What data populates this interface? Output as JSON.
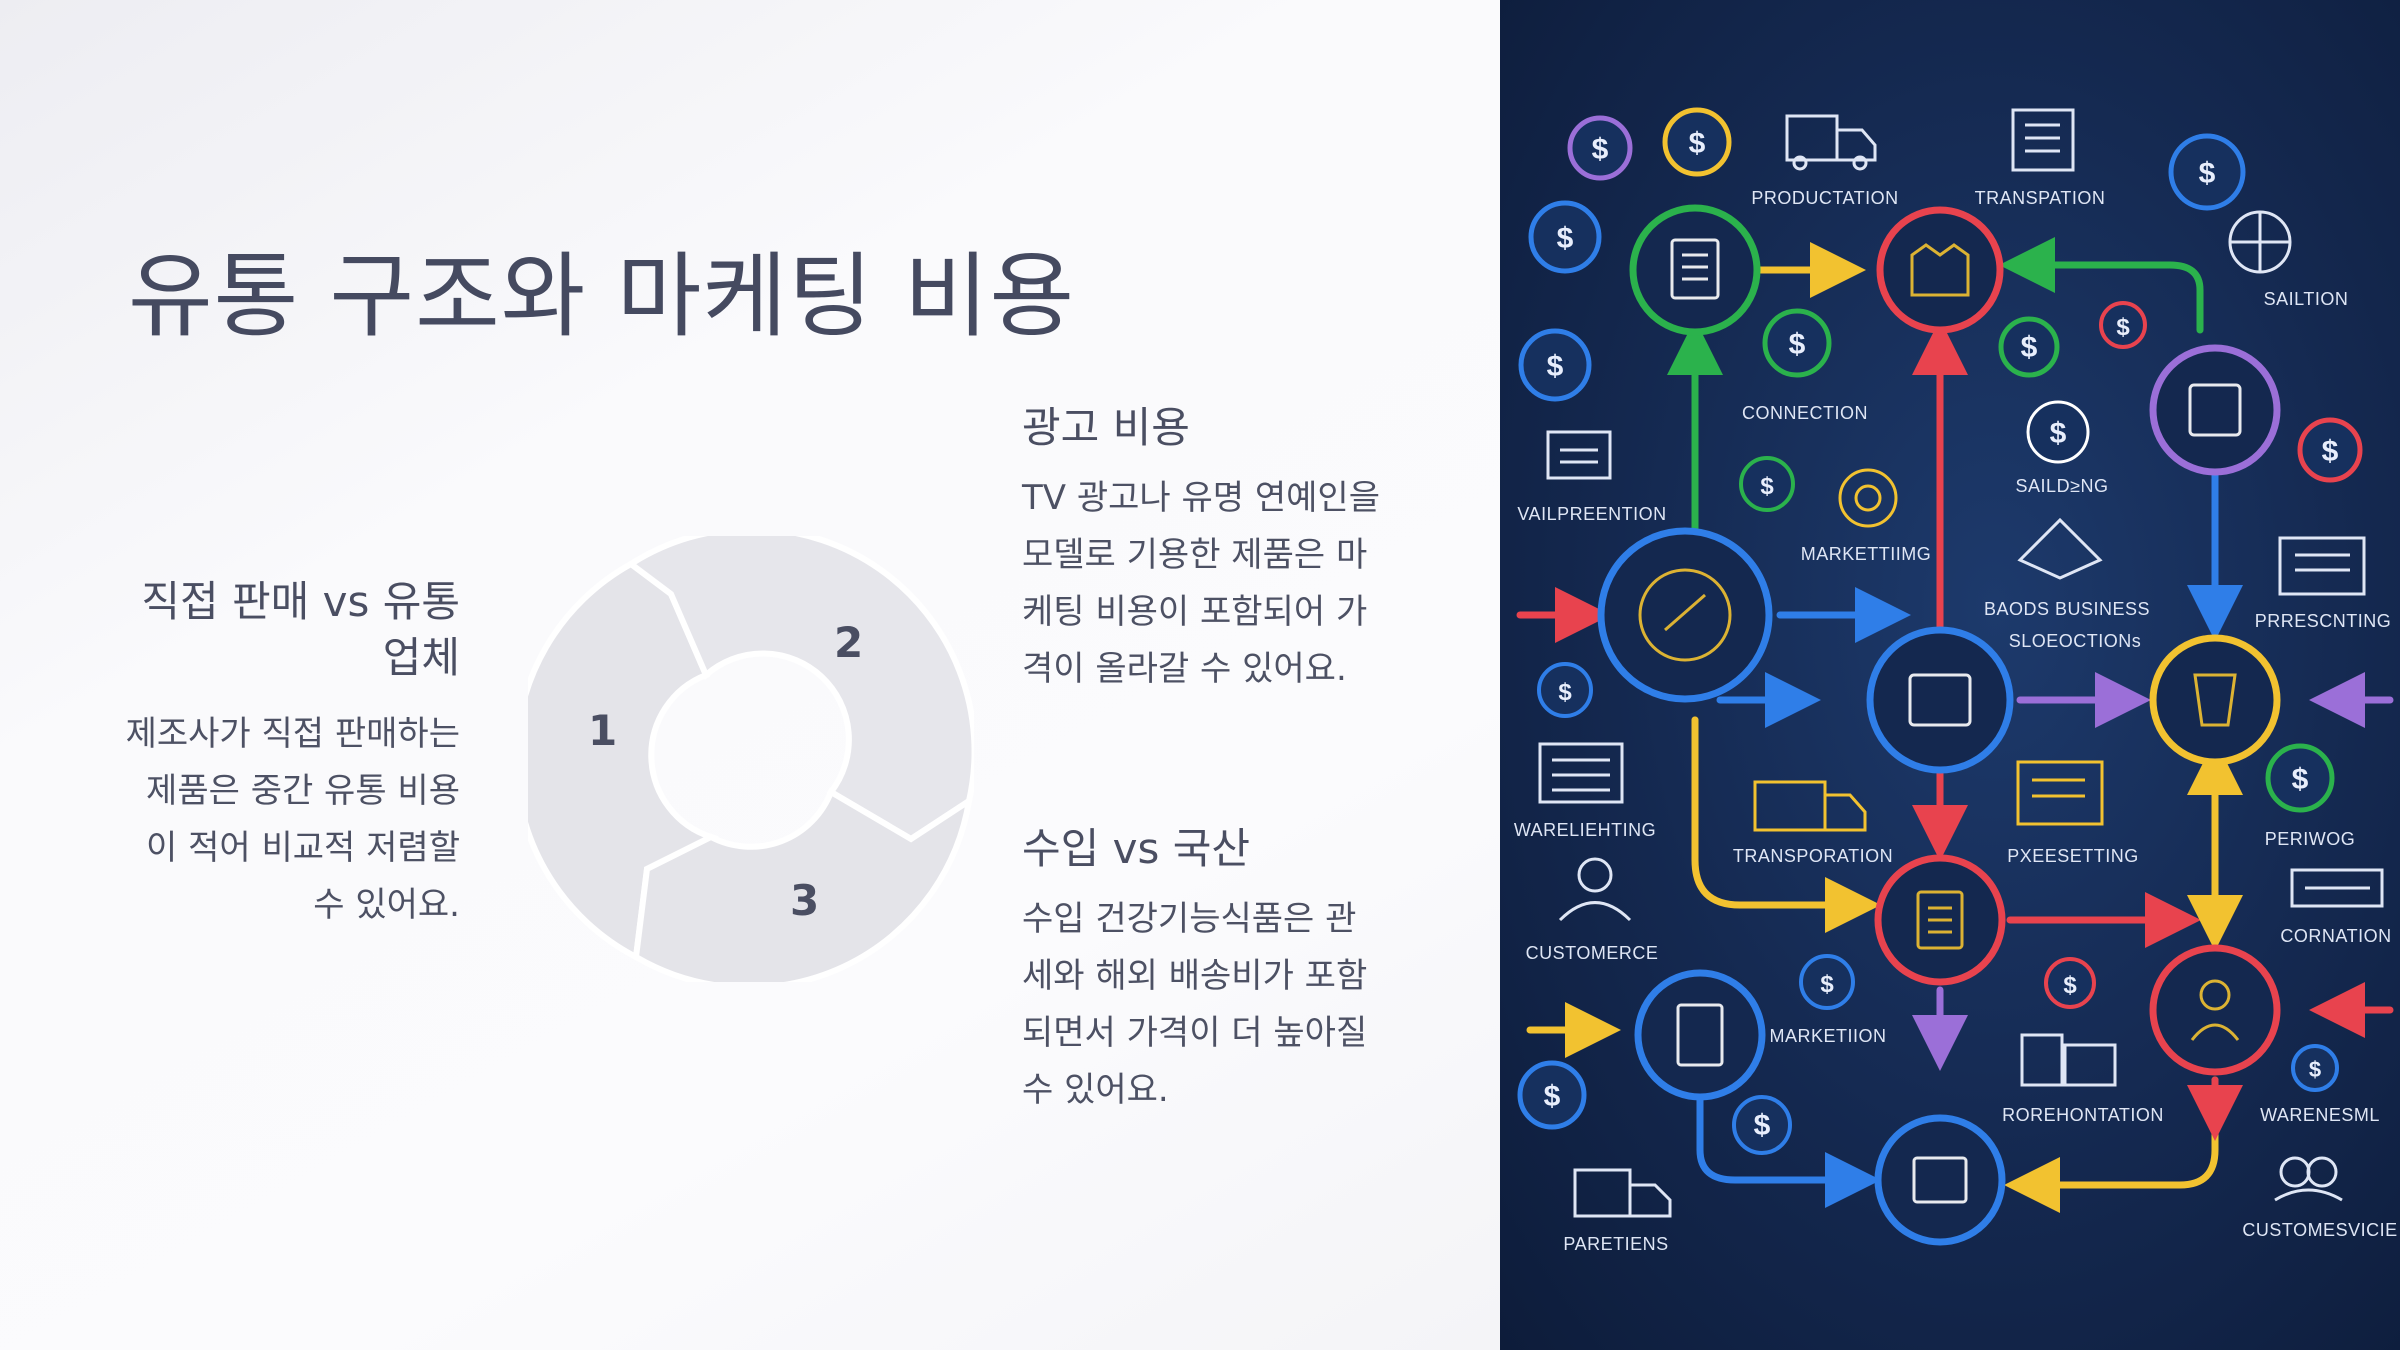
{
  "title": "유통 구조와 마케팅 비용",
  "sections": {
    "direct": {
      "heading": "직접 판매 vs 유통 업체",
      "body": "제조사가 직접 판매하는 제품은 중간 유통 비용이 적어 비교적 저렴할 수 있어요."
    },
    "advertising": {
      "heading": "광고 비용",
      "body": "TV 광고나 유명 연예인을 모델로 기용한 제품은 마케팅 비용이 포함되어 가격이 올라갈 수 있어요."
    },
    "import": {
      "heading": "수입 vs 국산",
      "body": "수입 건강기능식품은 관세와 해외 배송비가 포함되면서 가격이 더 높아질 수 있어요."
    }
  },
  "cycle": {
    "steps": [
      "1",
      "2",
      "3"
    ]
  },
  "illustration": {
    "labels": {
      "productation": "PRODUCTATION",
      "transpation": "TRANSPATION",
      "sailtion": "SAILTION",
      "connection": "CONNECTION",
      "saildng": "SAILD≥NG",
      "vailpreention": "VAILPREENTION",
      "marketing": "MARKETTIIMG",
      "baods_business": "BAODS BUSINESS",
      "sloeoction": "SLOEOCTIONs",
      "prrescnting": "PRRESCNTING",
      "wareliehting": "WARELIEHTING",
      "transporation": "TRANSPORATION",
      "pxeesetting": "PXEESETTING",
      "periwog": "PERIWOG",
      "customerce": "CUSTOMERCE",
      "cornation": "CORNATION",
      "marketiion": "MARKETIION",
      "rorehontation": "ROREHONTATION",
      "warenesml": "WARENESML",
      "paretiens": "PARETIENS",
      "customesvicie": "CUSTOMESVICIE"
    },
    "colors": {
      "blue": "#2f7ee8",
      "red": "#e8434e",
      "green": "#2bb24c",
      "yellow": "#f2c230",
      "purple": "#9b6fd8",
      "background": "#14284f"
    }
  }
}
